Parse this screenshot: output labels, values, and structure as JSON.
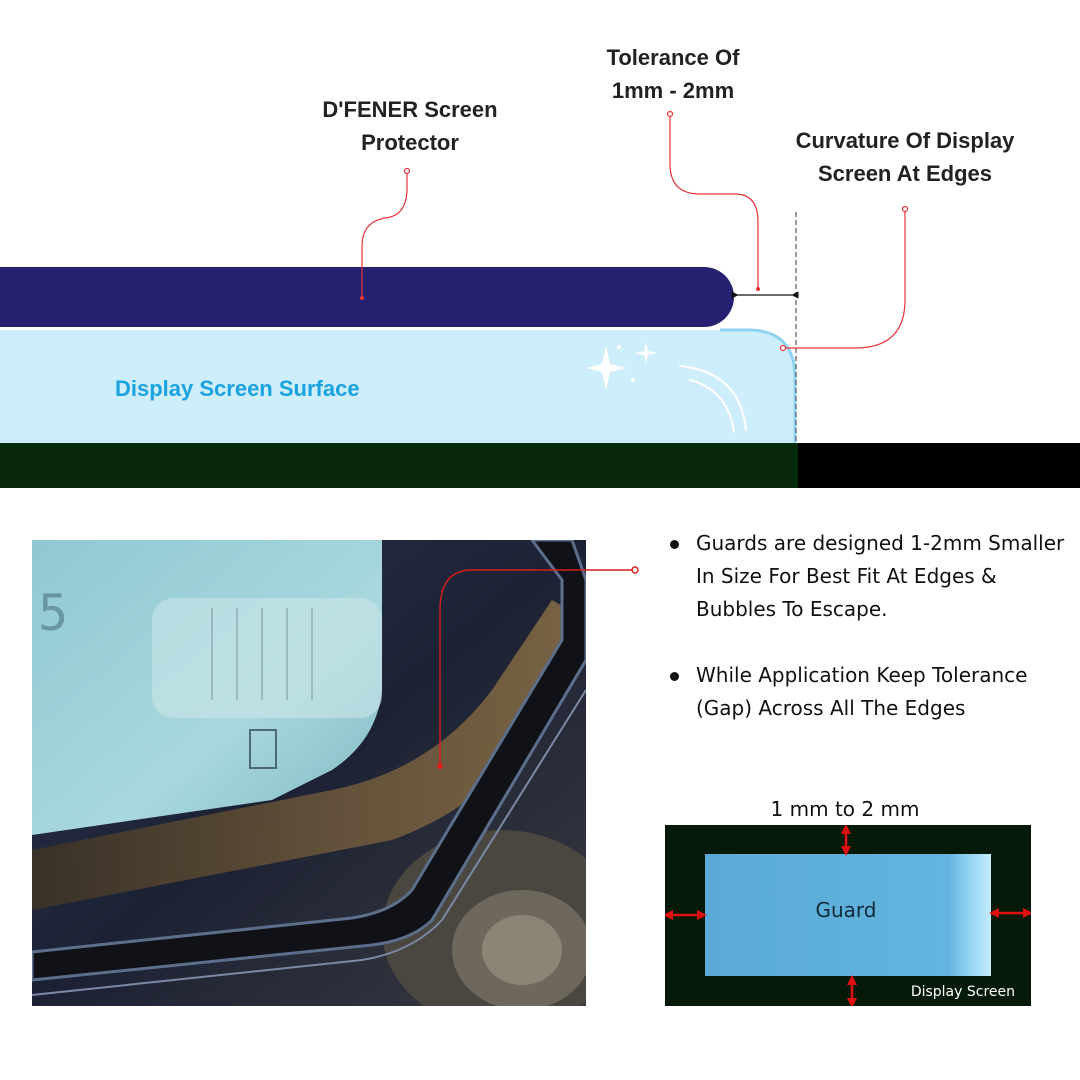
{
  "cross_section": {
    "protector_label_line1": "D'FENER Screen",
    "protector_label_line2": "Protector",
    "tolerance_label_line1": "Tolerance Of",
    "tolerance_label_line2": "1mm - 2mm",
    "curvature_label_line1": "Curvature Of Display",
    "curvature_label_line2": "Screen At Edges",
    "screen_surface_label": "Display Screen Surface"
  },
  "bullets": [
    {
      "text": "Guards are designed 1-2mm Smaller In Size For Best Fit At Edges & Bubbles To Escape."
    },
    {
      "text": "While Application Keep Tolerance (Gap) Across All The Edges"
    }
  ],
  "gap_diagram": {
    "caption": "1 mm to 2 mm",
    "guard_label": "Guard",
    "display_label": "Display Screen"
  },
  "colors": {
    "protector": "#262070",
    "screen_surface": "#cfeefb",
    "screen_edge": "#8fd3f2",
    "base_left": "#062a0b",
    "base_right": "#000000",
    "leader_line": "#e8333a",
    "arrow": "#e01010",
    "screen_label": "#1ba2e0"
  }
}
